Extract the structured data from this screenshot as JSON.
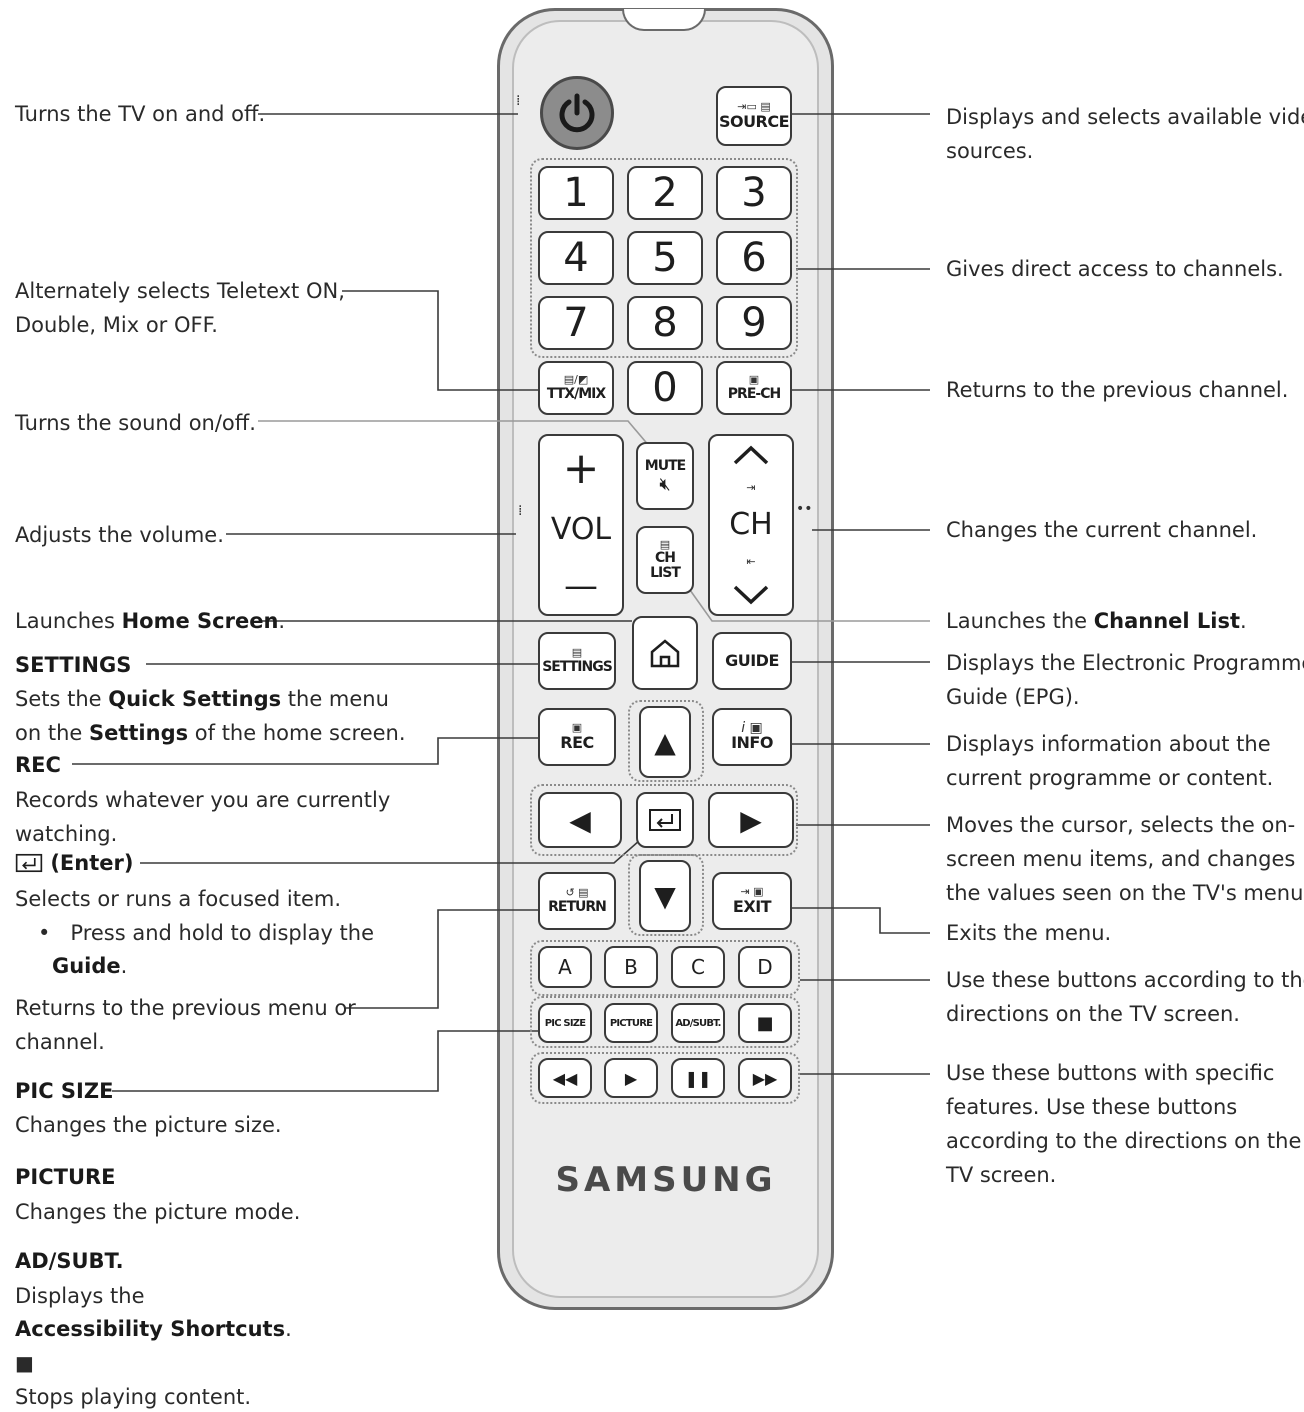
{
  "brand": "SAMSUNG",
  "buttons": {
    "source": "SOURCE",
    "digits": [
      "1",
      "2",
      "3",
      "4",
      "5",
      "6",
      "7",
      "8",
      "9",
      "0"
    ],
    "ttx": "TTX/MIX",
    "prech": "PRE-CH",
    "mute": "MUTE",
    "vol": "VOL",
    "vol_plus": "+",
    "vol_minus": "—",
    "ch": "CH",
    "chlist_1": "CH",
    "chlist_2": "LIST",
    "settings": "SETTINGS",
    "guide": "GUIDE",
    "rec": "REC",
    "info": "INFO",
    "return": "RETURN",
    "exit": "EXIT",
    "a": "A",
    "b": "B",
    "c": "C",
    "d": "D",
    "picsize": "PIC SIZE",
    "picture": "PICTURE",
    "adsubt": "AD/SUBT."
  },
  "left": {
    "power": "Turns the TV on and off.",
    "teletext_1": "Alternately selects Teletext ON,",
    "teletext_2": "Double, Mix or OFF.",
    "mute": "Turns the sound on/off.",
    "volume": "Adjusts the volume.",
    "home_pre": "Launches ",
    "home_bold": "Home Screen",
    "home_post": ".",
    "settings_title": "SETTINGS",
    "settings_1_pre": "Sets the ",
    "settings_1_bold": "Quick Settings",
    "settings_1_post": " the menu",
    "settings_2_pre": "on the ",
    "settings_2_bold": "Settings",
    "settings_2_post": " of the home screen.",
    "rec_title": "REC",
    "rec_1": "Records whatever you are currently",
    "rec_2": "watching.",
    "enter_title": "(Enter)",
    "enter_1": "Selects or runs a focused item.",
    "enter_bullet": "Press and hold to display the",
    "enter_guide": "Guide",
    "enter_guide_post": ".",
    "return_1": "Returns to the previous menu or",
    "return_2": "channel.",
    "picsize_title": "PIC SIZE",
    "picsize_desc": "Changes the picture size.",
    "picture_title": "PICTURE",
    "picture_desc": "Changes the picture mode.",
    "adsubt_title": "AD/SUBT.",
    "adsubt_1": "Displays the",
    "adsubt_2": "Accessibility Shortcuts",
    "adsubt_2_post": ".",
    "stop_desc": "Stops playing content."
  },
  "right": {
    "source_1": "Displays and selects available video",
    "source_2": "sources.",
    "channels": "Gives direct access to channels.",
    "prech": "Returns to the previous channel.",
    "ch": "Changes the current channel.",
    "chlist_pre": "Launches the ",
    "chlist_bold": "Channel List",
    "chlist_post": ".",
    "guide_1": "Displays the Electronic Programme",
    "guide_2": "Guide (EPG).",
    "info_1": "Displays information about the",
    "info_2": "current programme or content.",
    "cursor_1": "Moves the cursor, selects the on-",
    "cursor_2": "screen menu items, and changes",
    "cursor_3": "the values seen on the TV's menu.",
    "exit": "Exits the menu.",
    "abcd_1": "Use these buttons according to the",
    "abcd_2": "directions on the TV screen.",
    "media_1": "Use these buttons with specific",
    "media_2": "features. Use these buttons",
    "media_3": "according to the directions on the",
    "media_4": "TV screen."
  }
}
